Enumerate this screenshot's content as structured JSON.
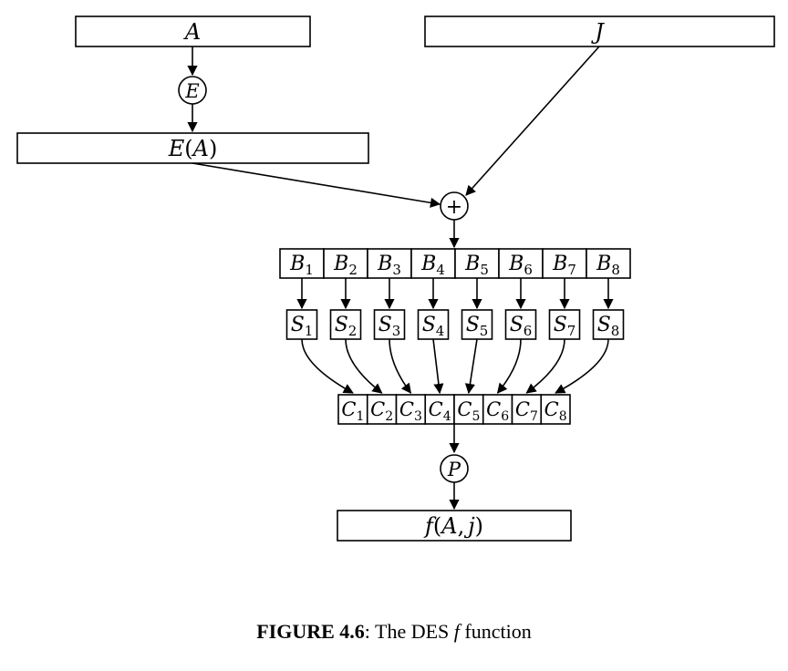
{
  "diagram": {
    "input_a": "A",
    "input_j": "J",
    "expand_op": "E",
    "expanded": {
      "name": "E",
      "open": "(",
      "arg": "A",
      "close": ")"
    },
    "xor_op": "+",
    "b_blocks": [
      {
        "base": "B",
        "sub": "1"
      },
      {
        "base": "B",
        "sub": "2"
      },
      {
        "base": "B",
        "sub": "3"
      },
      {
        "base": "B",
        "sub": "4"
      },
      {
        "base": "B",
        "sub": "5"
      },
      {
        "base": "B",
        "sub": "6"
      },
      {
        "base": "B",
        "sub": "7"
      },
      {
        "base": "B",
        "sub": "8"
      }
    ],
    "s_boxes": [
      {
        "base": "S",
        "sub": "1"
      },
      {
        "base": "S",
        "sub": "2"
      },
      {
        "base": "S",
        "sub": "3"
      },
      {
        "base": "S",
        "sub": "4"
      },
      {
        "base": "S",
        "sub": "5"
      },
      {
        "base": "S",
        "sub": "6"
      },
      {
        "base": "S",
        "sub": "7"
      },
      {
        "base": "S",
        "sub": "8"
      }
    ],
    "c_blocks": [
      {
        "base": "C",
        "sub": "1"
      },
      {
        "base": "C",
        "sub": "2"
      },
      {
        "base": "C",
        "sub": "3"
      },
      {
        "base": "C",
        "sub": "4"
      },
      {
        "base": "C",
        "sub": "5"
      },
      {
        "base": "C",
        "sub": "6"
      },
      {
        "base": "C",
        "sub": "7"
      },
      {
        "base": "C",
        "sub": "8"
      }
    ],
    "perm_op": "P",
    "output": {
      "fn": "f",
      "open": "(",
      "arg1": "A",
      "comma": ",",
      "arg2": "j",
      "close": ")"
    }
  },
  "caption": {
    "label": "FIGURE 4.6",
    "sep": ":",
    "text_before": " The DES ",
    "fn": "f",
    "text_after": " function"
  }
}
